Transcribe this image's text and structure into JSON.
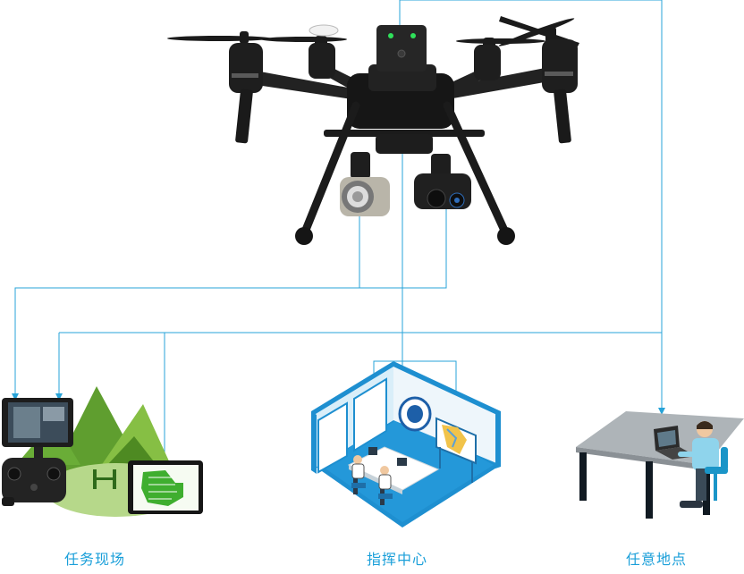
{
  "captions": {
    "field": "任务现场",
    "command": "指挥中心",
    "anywhere": "任意地点"
  },
  "colors": {
    "connector": "#27a3d8",
    "caption": "#1a9fd9",
    "drone_body": "#1b1b1b",
    "forest_green": "#7cb342",
    "room_blue": "#1e8fd0"
  },
  "icons": [
    "drone",
    "gimbal-camera",
    "thermal-camera",
    "remote-controller",
    "tablet",
    "forest",
    "command-room",
    "emblem",
    "map-board",
    "desk-workstation",
    "person"
  ]
}
